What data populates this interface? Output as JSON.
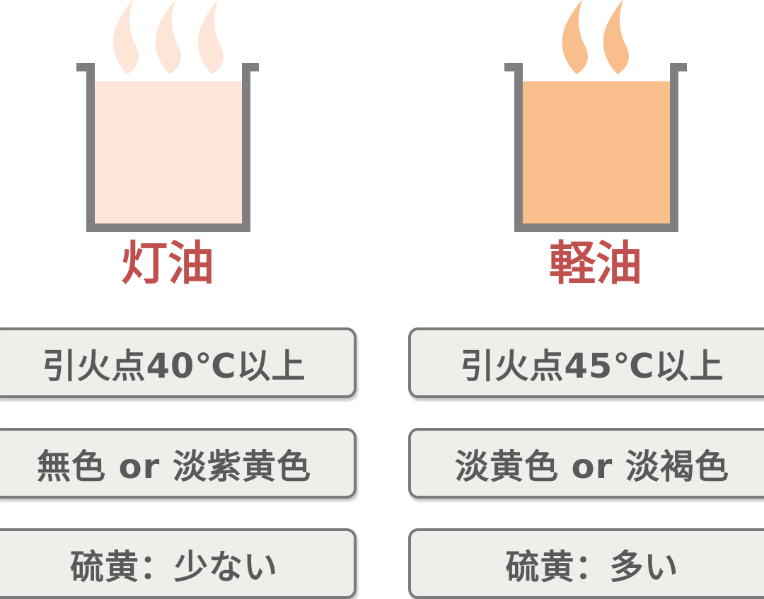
{
  "left": {
    "name": "灯油",
    "liquid_color": "#fde6d8",
    "properties": [
      "引火点40℃以上",
      "無色 or 淡紫黄色",
      "硫黄：少ない"
    ]
  },
  "right": {
    "name": "軽油",
    "liquid_color": "#f8bf8d",
    "properties": [
      "引火点45℃以上",
      "淡黄色 or 淡褐色",
      "硫黄：多い"
    ]
  },
  "colors": {
    "pot": "#7f7f7f",
    "name_text": "#c0504d",
    "box_bg": "#efeeea",
    "box_text": "#595959",
    "steam_light": "#fde6d8",
    "steam_dark": "#f8bf8d"
  }
}
